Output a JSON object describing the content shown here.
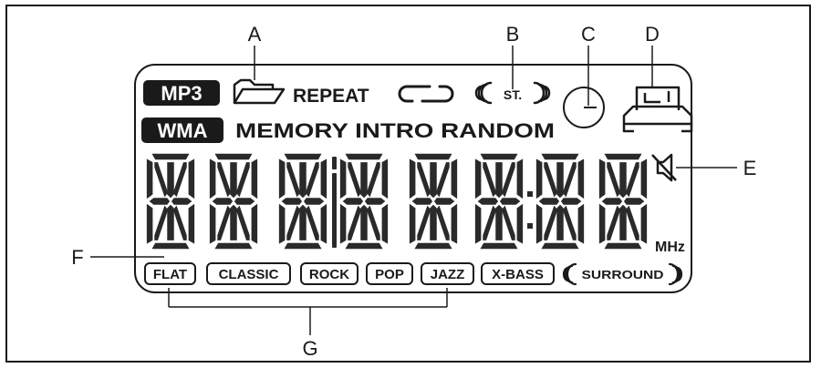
{
  "callouts": {
    "a": "A",
    "b": "B",
    "c": "C",
    "d": "D",
    "e": "E",
    "f": "F",
    "g": "G"
  },
  "display": {
    "badge_mp3": "MP3",
    "badge_wma": "WMA",
    "repeat": "REPEAT",
    "stereo": "ST.",
    "memory_row": "MEMORY INTRO RANDOM",
    "unit": "MHz",
    "eq_modes": [
      "FLAT",
      "CLASSIC",
      "ROCK",
      "POP",
      "JAZZ",
      "X-BASS"
    ],
    "surround": "SURROUND"
  },
  "colors": {
    "ink": "#1a1a1a",
    "segment": "#2a2a2a",
    "background": "#ffffff"
  },
  "icons": [
    "folder-icon",
    "repeat-loop-icon",
    "stereo-waves-icon",
    "clock-icon",
    "sleep-bed-icon",
    "mute-speaker-icon",
    "surround-waves-icon"
  ]
}
